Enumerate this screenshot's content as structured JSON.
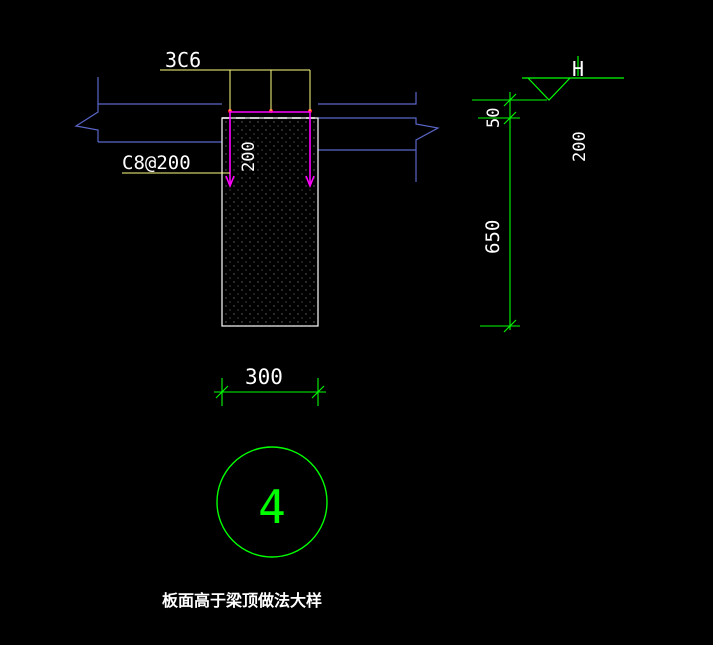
{
  "drawing": {
    "rebar_label": "3C6",
    "stirrup_label": "C8@200",
    "slab_thickness_label": "200",
    "ref_mark": "H",
    "dim_top_offset": "50",
    "dim_beam_depth": "650",
    "dim_slab_thickness": "200",
    "dim_beam_width": "300",
    "detail_number": "4",
    "caption": "板面高于梁顶做法大样"
  },
  "colors": {
    "background": "#000000",
    "slab_outline": "#5a66c8",
    "beam_outline": "#ffffff",
    "leader": "#ffff80",
    "rebar": "#ff00ff",
    "dimension": "#00ff00",
    "text": "#ffffff"
  }
}
